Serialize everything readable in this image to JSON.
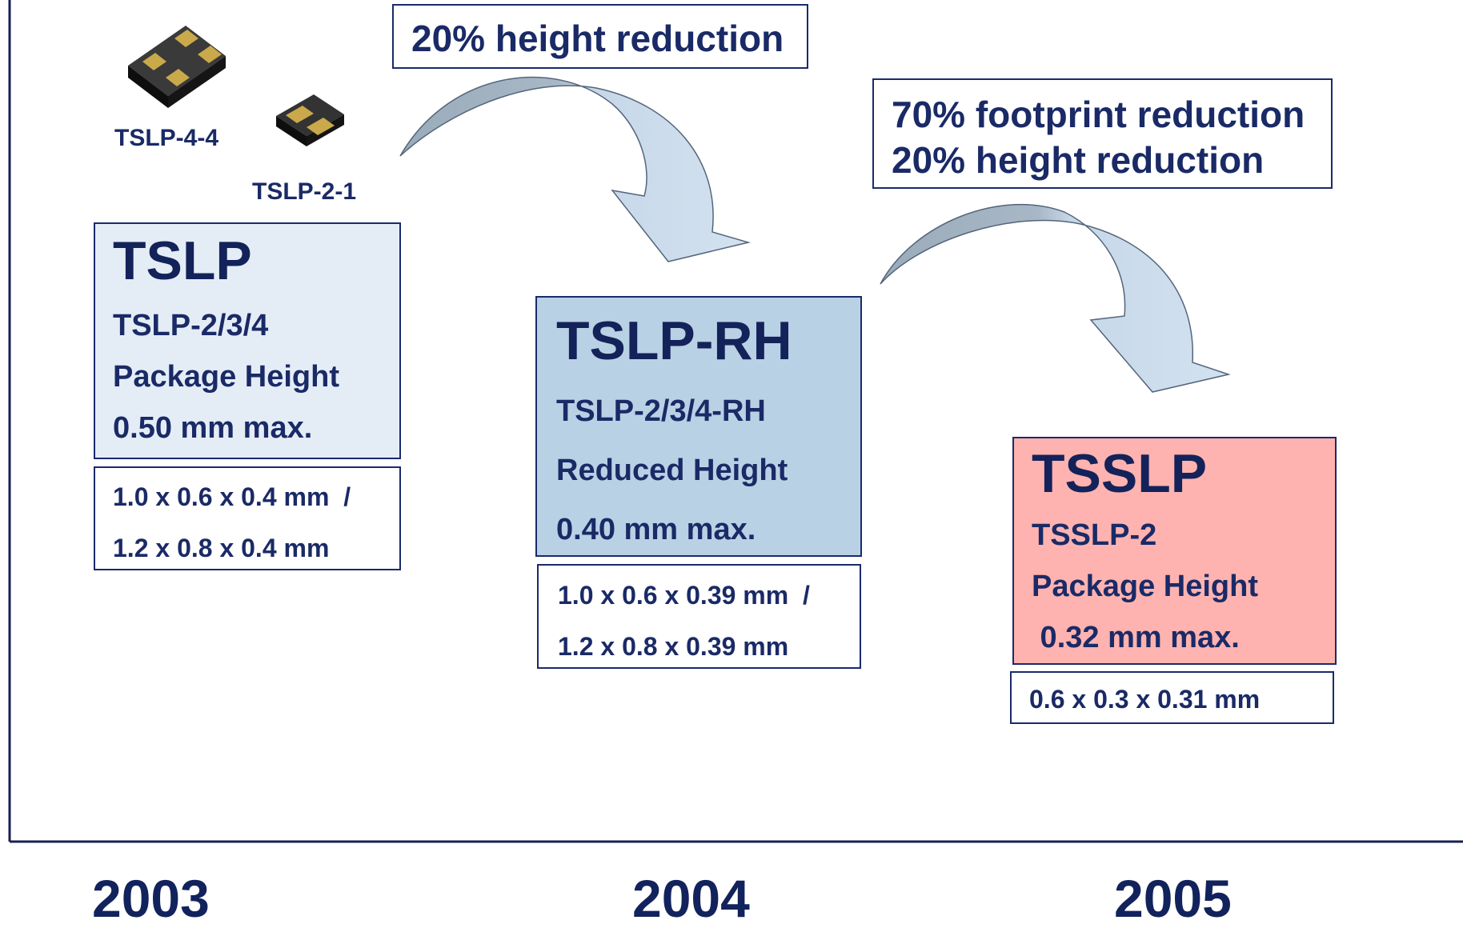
{
  "chips": {
    "chip1_label": "TSLP-4-4",
    "chip2_label": "TSLP-2-1"
  },
  "callouts": {
    "first": "20% height reduction",
    "second_line1": "70% footprint reduction",
    "second_line2": "20% height reduction"
  },
  "packages": [
    {
      "title": "TSLP",
      "line1": "TSLP-2/3/4",
      "line2": "Package Height",
      "line3": "0.50 mm max.",
      "dims1": "1.0 x 0.6 x 0.4 mm  /",
      "dims2": "1.2 x 0.8 x 0.4 mm",
      "fill": "#e4edf6"
    },
    {
      "title": "TSLP-RH",
      "line1": "TSLP-2/3/4-RH",
      "line2": "Reduced Height",
      "line3": "0.40 mm max.",
      "dims1": "1.0 x 0.6 x 0.39 mm  /",
      "dims2": "1.2 x 0.8 x 0.39 mm",
      "fill": "#b9d1e4"
    },
    {
      "title": "TSSLP",
      "line1": "TSSLP-2",
      "line2": "Package Height",
      "line3": " 0.32 mm max.",
      "dims1": "0.6 x 0.3 x 0.31 mm",
      "fill": "#ffb3b0"
    }
  ],
  "years": [
    "2003",
    "2004",
    "2005"
  ],
  "colors": {
    "text": "#12225c",
    "border": "#1a2a6c",
    "arrow_dark": "#9fb0bf",
    "arrow_light": "#cfdeec",
    "chip_body": "#1c1c1c",
    "chip_pad": "#c9a94a"
  }
}
